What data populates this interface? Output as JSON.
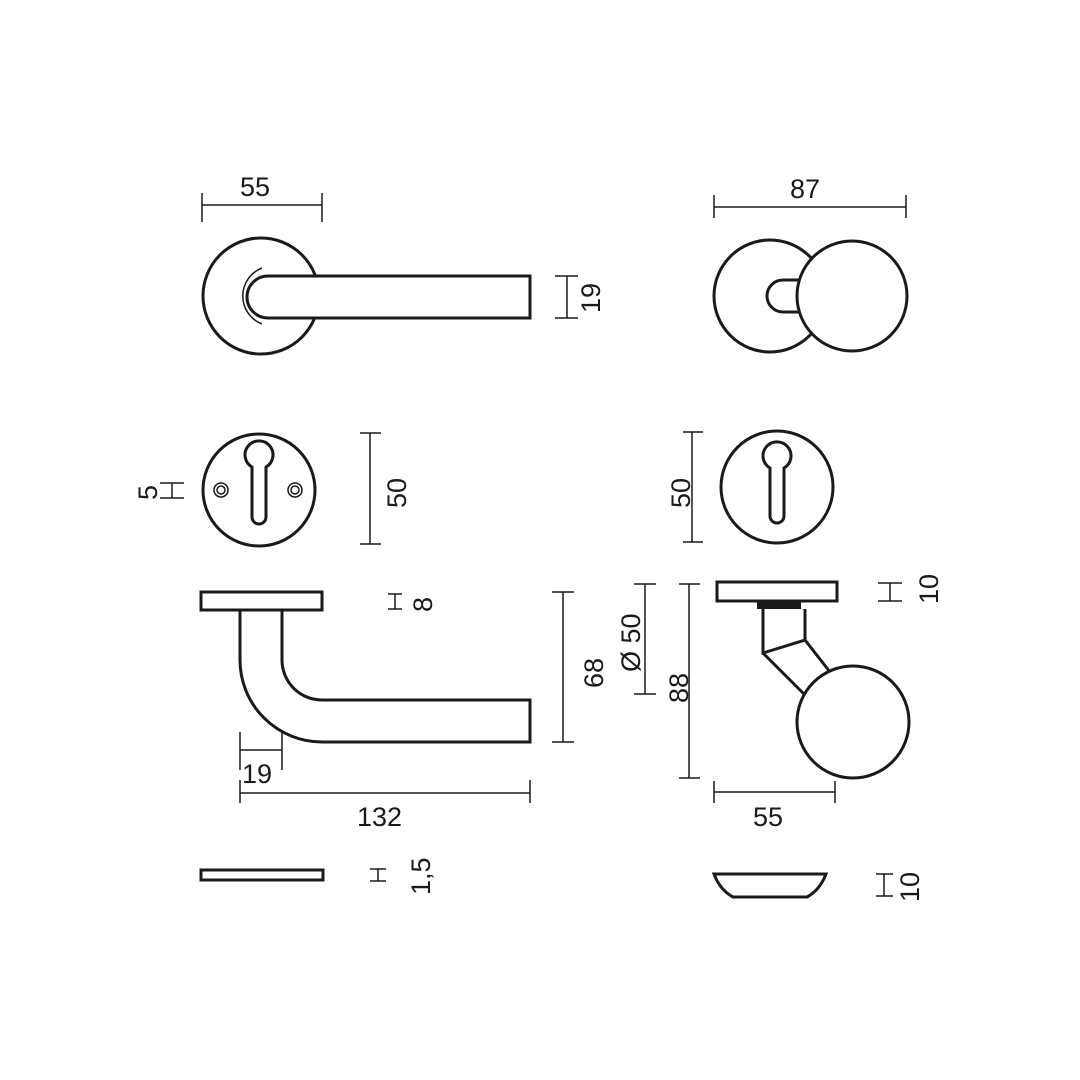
{
  "title": "Door lever and knob set dimension drawing",
  "dimensions": {
    "lever_rose_width": "55",
    "lever_height": "19",
    "knob_total_width": "87",
    "escutcheon_left_dia": "50",
    "escutcheon_screw": "5",
    "escutcheon_right_dia": "50",
    "rose_thickness_left": "8",
    "lever_projection": "68",
    "lever_bar": "19",
    "lever_length": "132",
    "knob_rose_thickness": "10",
    "knob_diameter": "Ø 50",
    "knob_projection": "88",
    "knob_width": "55",
    "plate_thickness": "1,5",
    "cover_thickness": "10"
  }
}
